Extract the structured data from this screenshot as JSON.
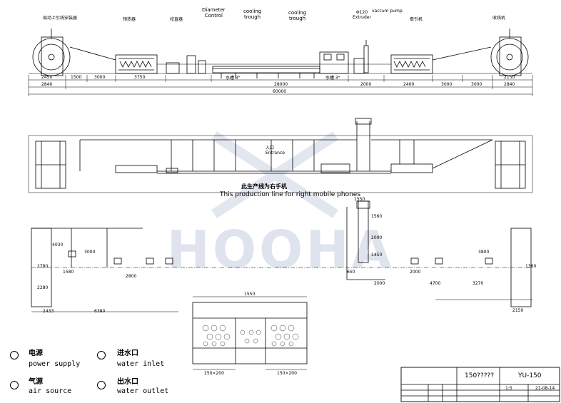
{
  "watermark": {
    "brand": "HOOHA",
    "color": "#c8d0e0"
  },
  "top_labels": {
    "payoff_left": "局动上引线安装器",
    "preheater": "预热器",
    "straightener": "校直器",
    "diameter_control": "Diameter\nControl",
    "cooling_trough_1": "cooling\ntrough",
    "cooling_trough_2": "cooling\ntrough",
    "vacuum_pump": "vaccum pump",
    "extruder": "Φ120\nExtruder",
    "capstan": "牵引机",
    "takeup_right": "收线机"
  },
  "top_dims_row1": [
    "2450",
    "1500",
    "3000",
    "3750",
    "28000",
    "2000",
    "2400",
    "3000",
    "3000",
    "2150"
  ],
  "top_dims_row2": [
    "2840",
    "60000",
    "2840"
  ],
  "trough_marks": [
    "水槽 3\"",
    "水槽 3\""
  ],
  "middle_labels": {
    "entrance": "入口\nEntrance",
    "caption_cn": "此生产线为右手机",
    "caption_en": "This production line for right mobile phones"
  },
  "bottom_dims": {
    "left": [
      "2433",
      "6380",
      "1580",
      "2800",
      "4030",
      "2280",
      "3000",
      "2780"
    ],
    "center": [
      "1550",
      "1560",
      "2000",
      "1450",
      "650",
      "2000",
      "4700",
      "3270"
    ],
    "right": [
      "3800",
      "2000",
      "1360",
      "2150"
    ],
    "section_top": "1550",
    "section_left": "250×200",
    "section_right": "150×200"
  },
  "legend": [
    {
      "cn": "电源",
      "en": "power supply"
    },
    {
      "cn": "进水口",
      "en": "water inlet"
    },
    {
      "cn": "气源",
      "en": "air source"
    },
    {
      "cn": "出水口",
      "en": "water outlet"
    }
  ],
  "title_block": {
    "code": "150?????",
    "model": "YU-150",
    "date": "21-08-14",
    "scale": "1:5"
  }
}
